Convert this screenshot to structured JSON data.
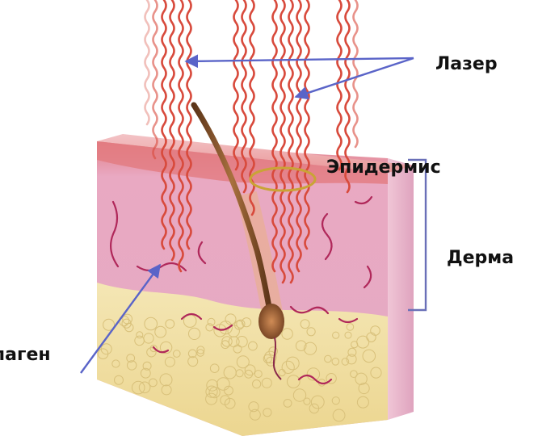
{
  "labels": {
    "laser": "Лазер",
    "epidermis": "Эпидермис",
    "derma": "Дерма",
    "collagen": "лаген"
  },
  "colors": {
    "laser_wave": "#d84a3c",
    "arrow": "#5a64c8",
    "bracket": "#6a70b8",
    "epidermis": "#e98b88",
    "dermis": "#e7b0c7",
    "fat": "#f1e2a8",
    "hair": "#7a4a2a",
    "vessel": "#b0285a"
  }
}
